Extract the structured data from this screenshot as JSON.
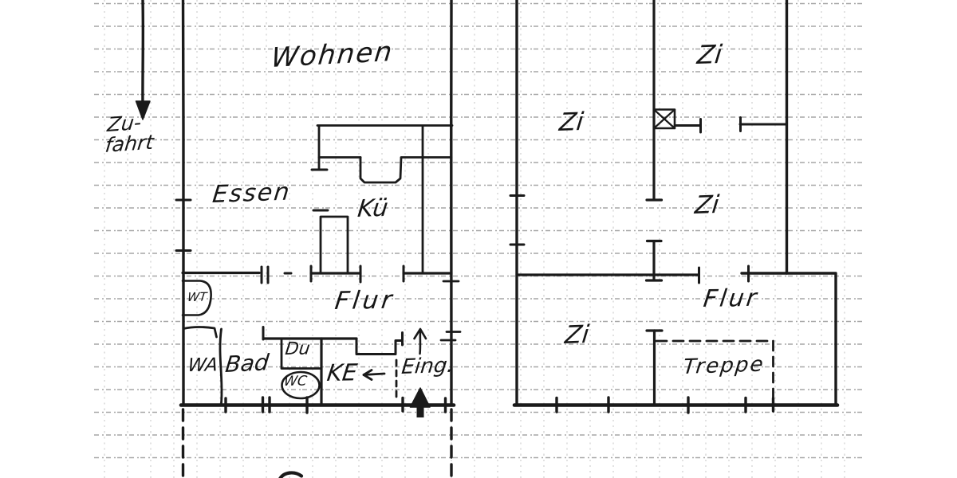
{
  "ground_floor": {
    "wohnen": "Wohnen",
    "essen": "Essen",
    "kueche": "Kü",
    "flur": "Flur",
    "wt": "WT",
    "wa": "WA",
    "bad": "Bad",
    "du": "Du",
    "wc": "WC",
    "ke": "KE",
    "eing": "Eing.",
    "zufahrt_line1": "Zu-",
    "zufahrt_line2": "fahrt"
  },
  "upper_floor": {
    "zi_top": "Zi",
    "zi_left": "Zi",
    "zi_middle": "Zi",
    "zi_lower": "Zi",
    "flur": "Flur",
    "treppe": "Treppe"
  },
  "symbols": {
    "zufahrt_arrow": "arrow-down-icon",
    "entrance_arrow": "arrow-up-icon",
    "entry_direction_arrow": "arrow-up-icon",
    "ke_arrow": "arrow-left-icon",
    "chimney": "crossed-box-icon",
    "entrance_door": "dashed-line",
    "stairs_outline": "dashed-line"
  },
  "colors": {
    "ink": "#1a1a1a",
    "grid_major": "#909090",
    "grid_minor": "#b4b4b4",
    "paper": "#ffffff"
  }
}
